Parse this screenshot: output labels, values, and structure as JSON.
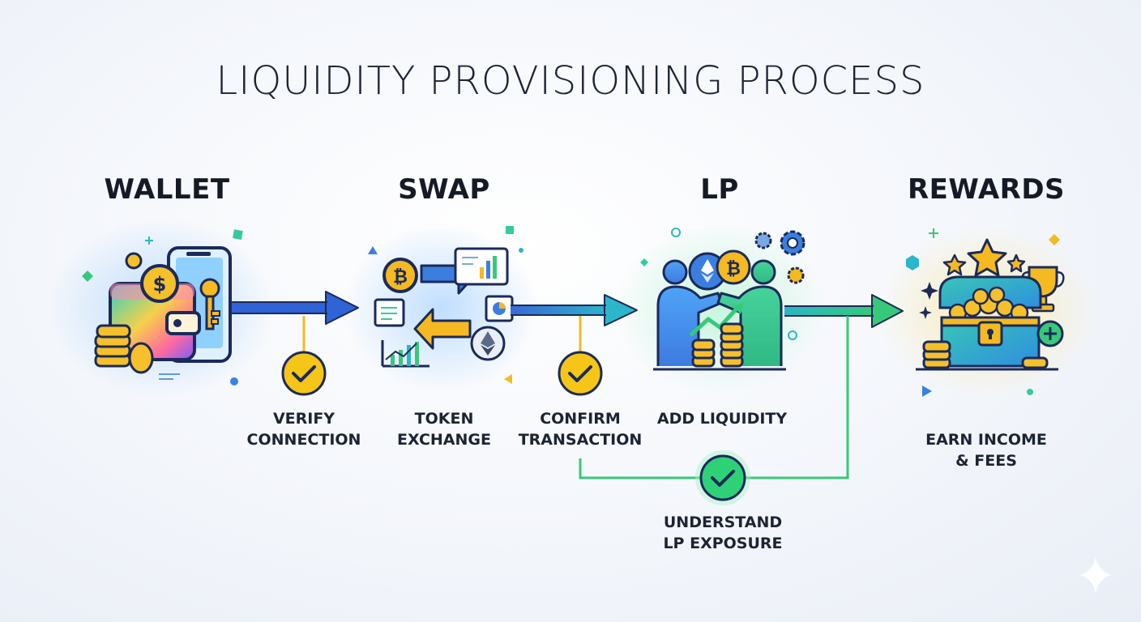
{
  "title": "LIQUIDITY PROVISIONING PROCESS",
  "steps": [
    {
      "label": "WALLET",
      "icon": "wallet-icon"
    },
    {
      "label": "SWAP",
      "icon": "token-swap-icon"
    },
    {
      "label": "LP",
      "icon": "liquidity-partners-icon"
    },
    {
      "label": "REWARDS",
      "icon": "treasure-chest-icon"
    }
  ],
  "step_descriptions": {
    "swap": [
      "TOKEN",
      "EXCHANGE"
    ],
    "lp": [
      "ADD LIQUIDITY"
    ],
    "rewards": [
      "EARN INCOME",
      "& FEES"
    ]
  },
  "checkpoints": [
    {
      "lines": [
        "VERIFY",
        "CONNECTION"
      ],
      "color": "#f5c518"
    },
    {
      "lines": [
        "CONFIRM",
        "TRANSACTION"
      ],
      "color": "#f5c518"
    },
    {
      "lines": [
        "UNDERSTAND",
        "LP EXPOSURE"
      ],
      "color": "#2fd177"
    }
  ],
  "colors": {
    "blue": "#2f63d6",
    "teal": "#2bb6c9",
    "green": "#37c979",
    "gold": "#f5b921"
  }
}
